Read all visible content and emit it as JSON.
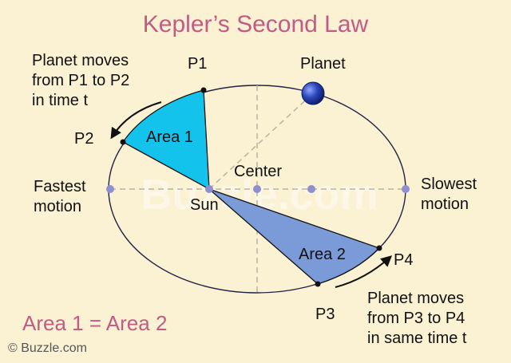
{
  "title": "Kepler’s Second Law",
  "labels": {
    "p1": "P1",
    "p2": "P2",
    "p3": "P3",
    "p4": "P4",
    "planet": "Planet",
    "center": "Center",
    "sun": "Sun",
    "area1": "Area 1",
    "area2": "Area 2",
    "fastest": "Fastest\nmotion",
    "slowest": "Slowest\nmotion",
    "moves_p1_p2": "Planet moves\nfrom P1 to P2\nin time t",
    "moves_p3_p4": "Planet moves\nfrom P3 to P4\nin same time t"
  },
  "equation": "Area 1 = Area 2",
  "credit": "© Buzzle.com",
  "watermark": "Buzzle.com",
  "colors": {
    "title": "#c25b86",
    "background": "#fbf1d3",
    "area1": "#13c3ec",
    "area2": "#7b9ad8",
    "planet": "#2b45b8",
    "axis_point": "#8f8fd0",
    "orbit": "#222244"
  }
}
